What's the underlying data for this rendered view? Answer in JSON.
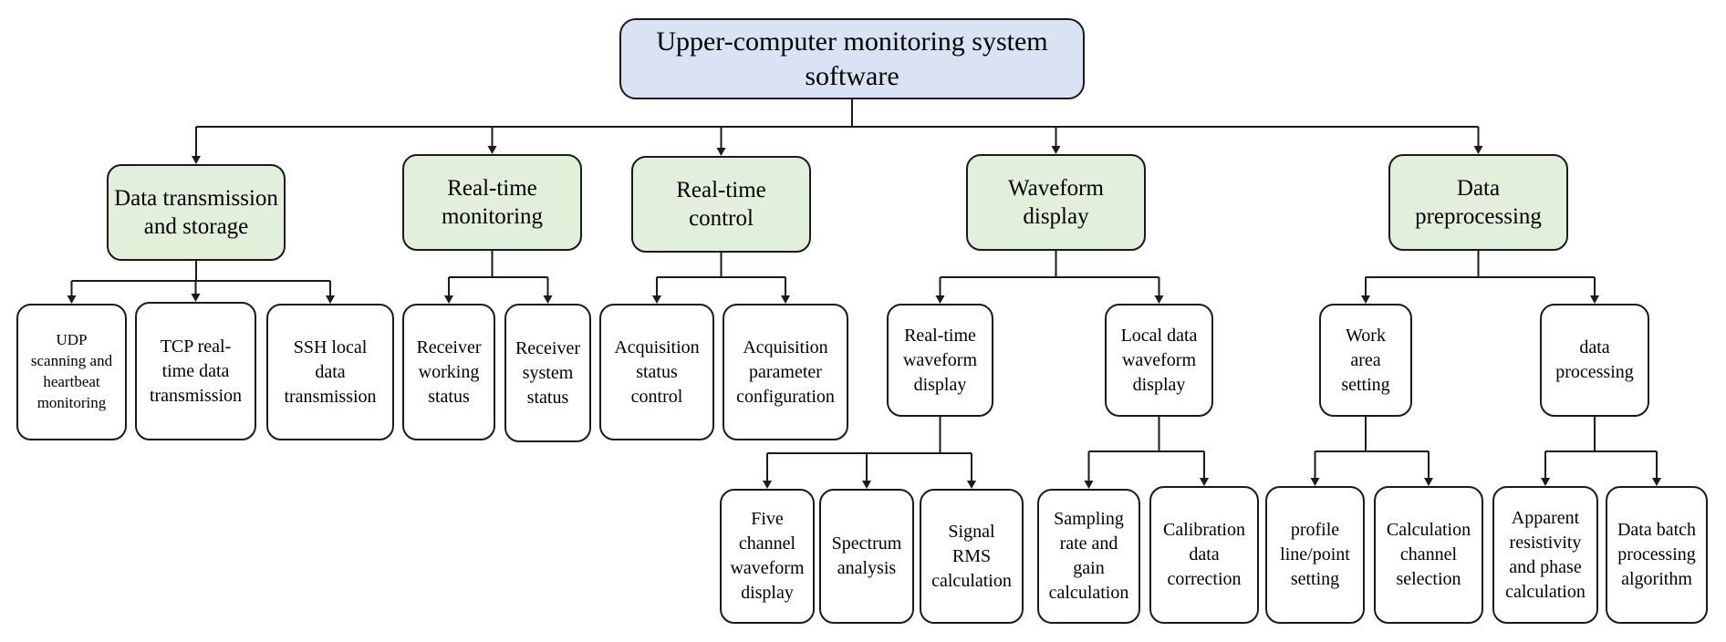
{
  "root": "Upper-computer monitoring system\nsoftware",
  "categories": {
    "data_transmission": "Data transmission\nand storage",
    "realtime_monitoring": "Real-time\nmonitoring",
    "realtime_control": "Real-time\ncontrol",
    "waveform_display": "Waveform\ndisplay",
    "data_preprocessing": "Data\npreprocessing"
  },
  "data_transmission_children": {
    "udp": "UDP\nscanning and\nheartbeat\nmonitoring",
    "tcp": "TCP real-\ntime data\ntransmission",
    "ssh": "SSH local\ndata\ntransmission"
  },
  "monitoring_children": {
    "receiver_working": "Receiver\nworking\nstatus",
    "receiver_system": "Receiver\nsystem\nstatus"
  },
  "control_children": {
    "acq_status": "Acquisition\nstatus\ncontrol",
    "acq_param": "Acquisition\nparameter\nconfiguration"
  },
  "waveform_children": {
    "realtime_waveform": "Real-time\nwaveform\ndisplay",
    "local_waveform": "Local data\nwaveform\ndisplay"
  },
  "realtime_waveform_children": {
    "five_channel": "Five\nchannel\nwaveform\ndisplay",
    "spectrum": "Spectrum\nanalysis",
    "signal_rms": "Signal\nRMS\ncalculation"
  },
  "local_waveform_children": {
    "sampling_rate": "Sampling\nrate and\ngain\ncalculation",
    "calibration": "Calibration\ndata\ncorrection"
  },
  "preprocessing_children": {
    "work_area": "Work\narea\nsetting",
    "data_processing": "data\nprocessing"
  },
  "work_area_children": {
    "profile_line": "profile\nline/point\nsetting",
    "calc_channel": "Calculation\nchannel\nselection"
  },
  "data_processing_children": {
    "apparent_resistivity": "Apparent\nresistivity\nand phase\ncalculation",
    "batch_processing": "Data batch\nprocessing\nalgorithm"
  }
}
